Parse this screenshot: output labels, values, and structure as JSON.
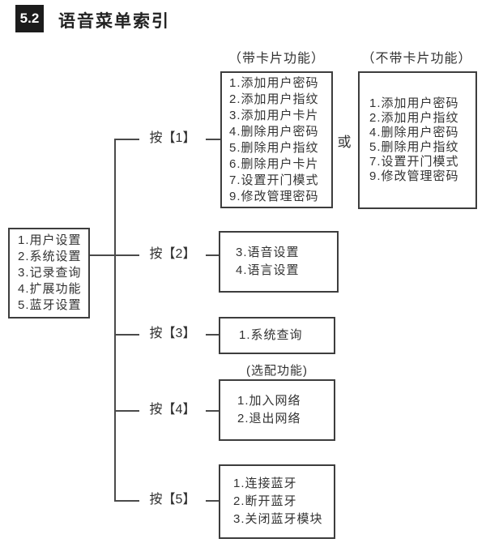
{
  "header": {
    "section_number": "5.2",
    "title": "语音菜单索引"
  },
  "or_label": "或",
  "root_menu": {
    "items": [
      "1.用户设置",
      "2.系统设置",
      "3.记录查询",
      "4.扩展功能",
      "5.蓝牙设置"
    ]
  },
  "branches": [
    {
      "label": "按【1】"
    },
    {
      "label": "按【2】"
    },
    {
      "label": "按【3】"
    },
    {
      "label": "按【4】"
    },
    {
      "label": "按【5】"
    }
  ],
  "menus": {
    "with_card": {
      "header": "（带卡片功能）",
      "items": [
        "1.添加用户密码",
        "2.添加用户指纹",
        "3.添加用户卡片",
        "4.删除用户密码",
        "5.删除用户指纹",
        "6.删除用户卡片",
        "7.设置开门模式",
        "9.修改管理密码"
      ]
    },
    "without_card": {
      "header": "（不带卡片功能）",
      "items": [
        "1.添加用户密码",
        "2.添加用户指纹",
        "4.删除用户密码",
        "5.删除用户指纹",
        "7.设置开门模式",
        "9.修改管理密码"
      ]
    },
    "voice": {
      "items": [
        "3.语音设置",
        "4.语言设置"
      ]
    },
    "system": {
      "items": [
        "1.系统查询"
      ]
    },
    "network": {
      "header": "(选配功能)",
      "items": [
        "1.加入网络",
        "2.退出网络"
      ]
    },
    "bluetooth": {
      "items": [
        "1.连接蓝牙",
        "2.断开蓝牙",
        "3.关闭蓝牙模块"
      ]
    }
  },
  "colors": {
    "background": "#ffffff",
    "ink": "#2b2b2b",
    "line": "#4a4a4a",
    "border": "#3d3d3d",
    "badge_bg": "#1c1c1c",
    "badge_text": "#ffffff"
  }
}
